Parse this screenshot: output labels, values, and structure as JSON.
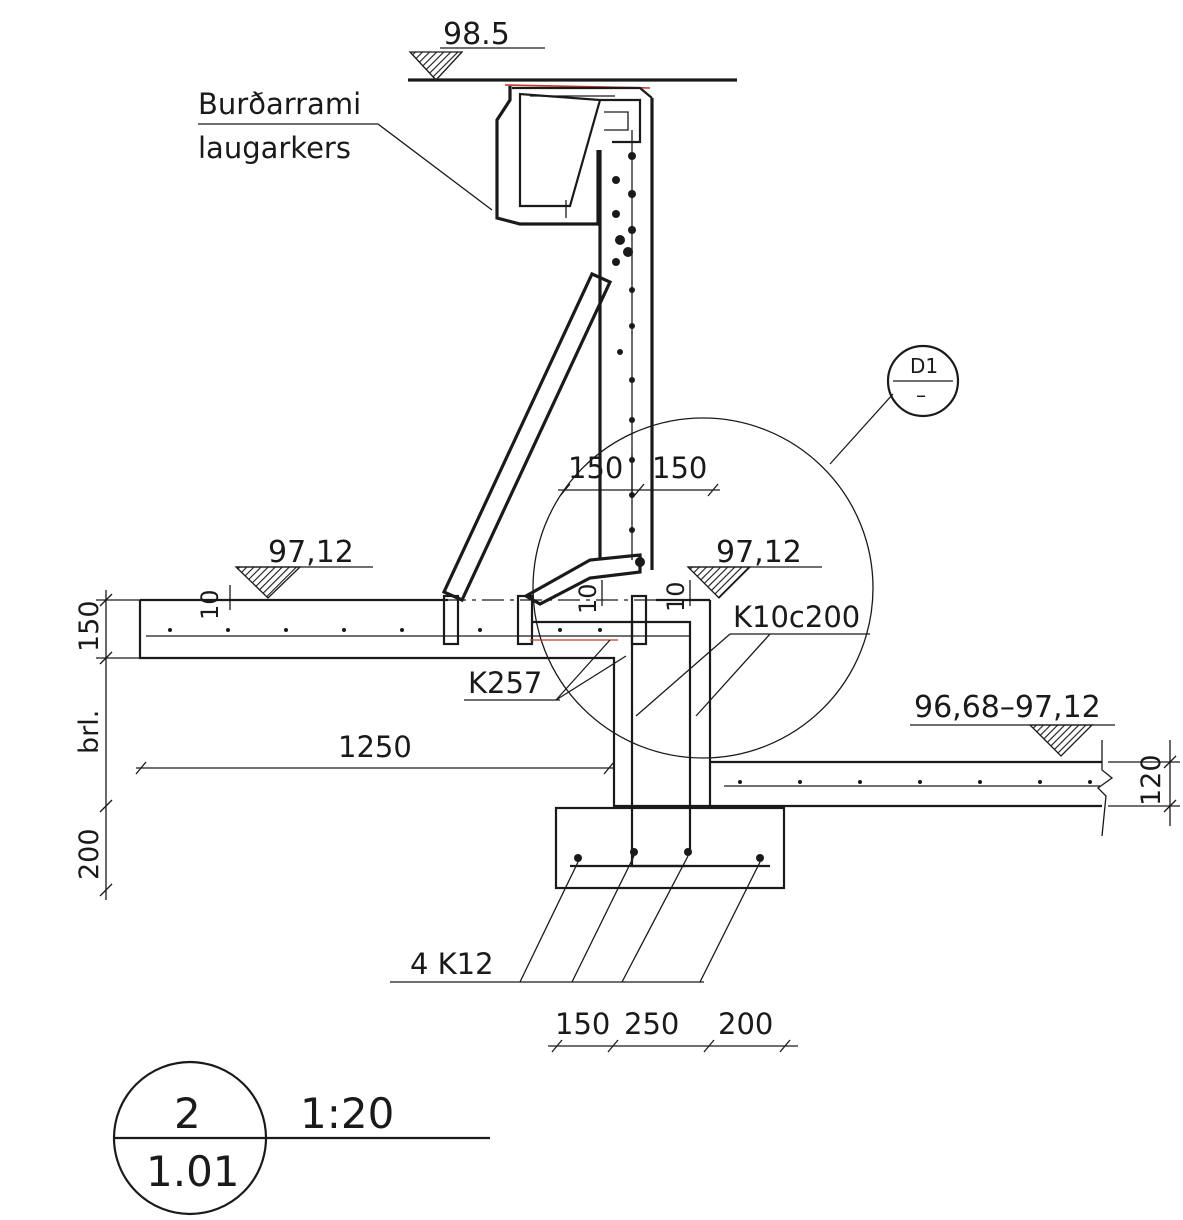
{
  "labels": {
    "top_level": "98.5",
    "frame_label_line1": "Burðarrami",
    "frame_label_line2": "laugarkers",
    "detail_ref_top": "D1",
    "detail_ref_bottom": "–",
    "dim_150_left": "150",
    "dim_150_right": "150",
    "level_left": "97,12",
    "level_right": "97,12",
    "dim_10_a": "10",
    "dim_10_b": "10",
    "dim_10_c": "10",
    "rebar_k10": "K10c200",
    "rebar_k257": "K257",
    "level_floor": "96,68–97,12",
    "dim_1250": "1250",
    "dim_150_vert": "150",
    "dim_brl": "brl.",
    "dim_200_vert": "200",
    "dim_120_vert": "120",
    "rebar_4k12": "4  K12",
    "dim_bottom_150": "150",
    "dim_bottom_250": "250",
    "dim_bottom_200": "200",
    "section_number": "2",
    "sheet_number": "1.01",
    "scale": "1:20"
  },
  "colors": {
    "line": "#1a1a1a",
    "accent": "#c0392b"
  }
}
